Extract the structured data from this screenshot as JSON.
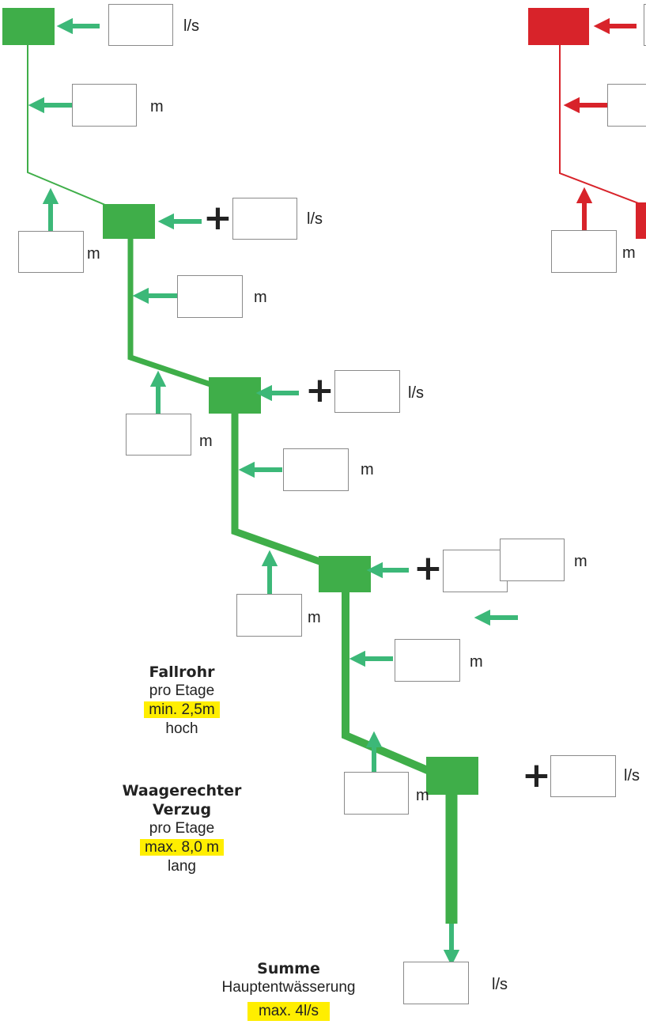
{
  "units": {
    "flow": "l/s",
    "length": "m",
    "plus": "+"
  },
  "notes": {
    "fallrohr": {
      "title": "Fallrohr",
      "line1": "pro Etage",
      "highlight": "min. 2,5m",
      "line2": "hoch"
    },
    "verzug": {
      "title1": "Waagerechter",
      "title2": "Verzug",
      "line1": "pro Etage",
      "highlight": "max. 8,0 m",
      "line2": "lang"
    },
    "summe": {
      "title": "Summe",
      "line1": "Hauptentwässerung",
      "highlight": "max. 4l/s"
    }
  },
  "colors": {
    "pipe": "#3fae49",
    "arrow": "#3cb878",
    "pipe_alt": "#d8232a",
    "highlight": "#ffee00"
  }
}
